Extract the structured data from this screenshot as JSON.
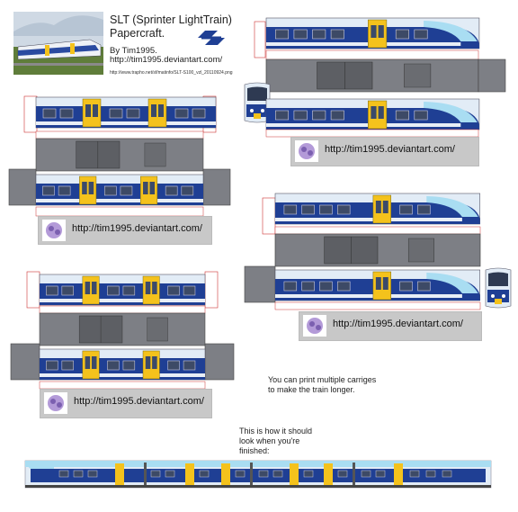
{
  "header": {
    "title_line1": "SLT (Sprinter LightTrain)",
    "title_line2": "Papercraft.",
    "by_line": "By Tim1995.",
    "url": "http://tim1995.deviantart.com/",
    "source_url": "http://www.trapho.net/sf/matinfo/SLT-S100_vzl_20110924.png",
    "logo": "ns-logo-icon"
  },
  "sheets": [
    {
      "label": "http://tim1995.deviantart.com/"
    },
    {
      "label": "http://tim1995.deviantart.com/"
    },
    {
      "label": "http://tim1995.deviantart.com/"
    },
    {
      "label": "http://tim1995.deviantart.com/"
    }
  ],
  "notes": {
    "multiple_line1": "You can print multiple carriges",
    "multiple_line2": "to make the train longer.",
    "finished_line1": "This is how it should",
    "finished_line2": "look when you're",
    "finished_line3": "finished:"
  },
  "colors": {
    "blue": "#1f3f94",
    "yellow": "#f4c21c",
    "light_blue": "#a9ddf2",
    "grey": "#6b6d72",
    "pale": "#e2ecf6",
    "label_grey": "#c8c8c8"
  }
}
